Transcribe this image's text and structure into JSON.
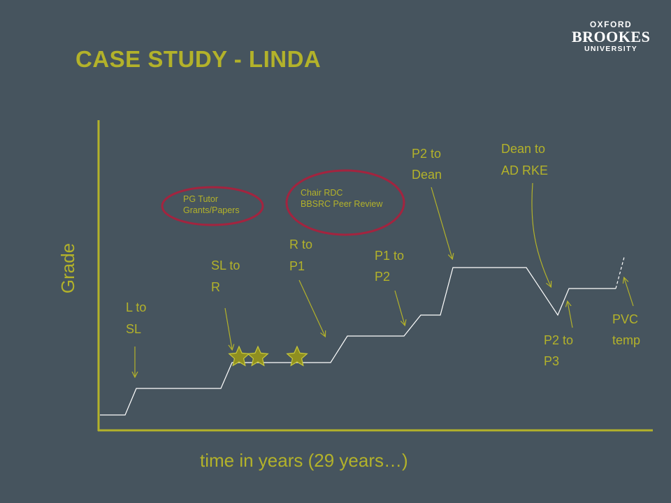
{
  "slide": {
    "title": "CASE STUDY - LINDA",
    "logo": {
      "line1": "OXFORD",
      "line2": "BROOKES",
      "line3": "UNIVERSITY"
    }
  },
  "diagram": {
    "y_axis_label": "Grade",
    "x_axis_label": "time in years (29 years…)",
    "career_steps": [
      {
        "id": "l-to-sl",
        "lines": [
          "L to",
          "SL"
        ]
      },
      {
        "id": "sl-to-r",
        "lines": [
          "SL to",
          "R"
        ]
      },
      {
        "id": "r-to-p1",
        "lines": [
          "R to",
          "P1"
        ]
      },
      {
        "id": "p1-to-p2",
        "lines": [
          "P1 to",
          "P2"
        ]
      },
      {
        "id": "p2-to-dean",
        "lines": [
          "P2 to",
          "Dean"
        ]
      },
      {
        "id": "dean-to-ad-rke",
        "lines": [
          "Dean to",
          "AD RKE"
        ]
      },
      {
        "id": "p2-to-p3",
        "lines": [
          "P2 to",
          "P3"
        ]
      },
      {
        "id": "pvc-temp",
        "lines": [
          "PVC",
          "temp"
        ]
      }
    ],
    "circled_notes": [
      {
        "id": "pg-tutor",
        "lines": [
          "PG Tutor",
          "Grants/Papers"
        ]
      },
      {
        "id": "chair-rdc",
        "lines": [
          "Chair RDC",
          "BBSRC Peer Review"
        ]
      }
    ],
    "star_count": 3,
    "colors": {
      "background": "#46545e",
      "accent": "#b3b22a",
      "line": "#ffffff",
      "circle": "#a3243f",
      "star_fill": "#8f8f20",
      "star_stroke": "#c8c83a"
    }
  }
}
